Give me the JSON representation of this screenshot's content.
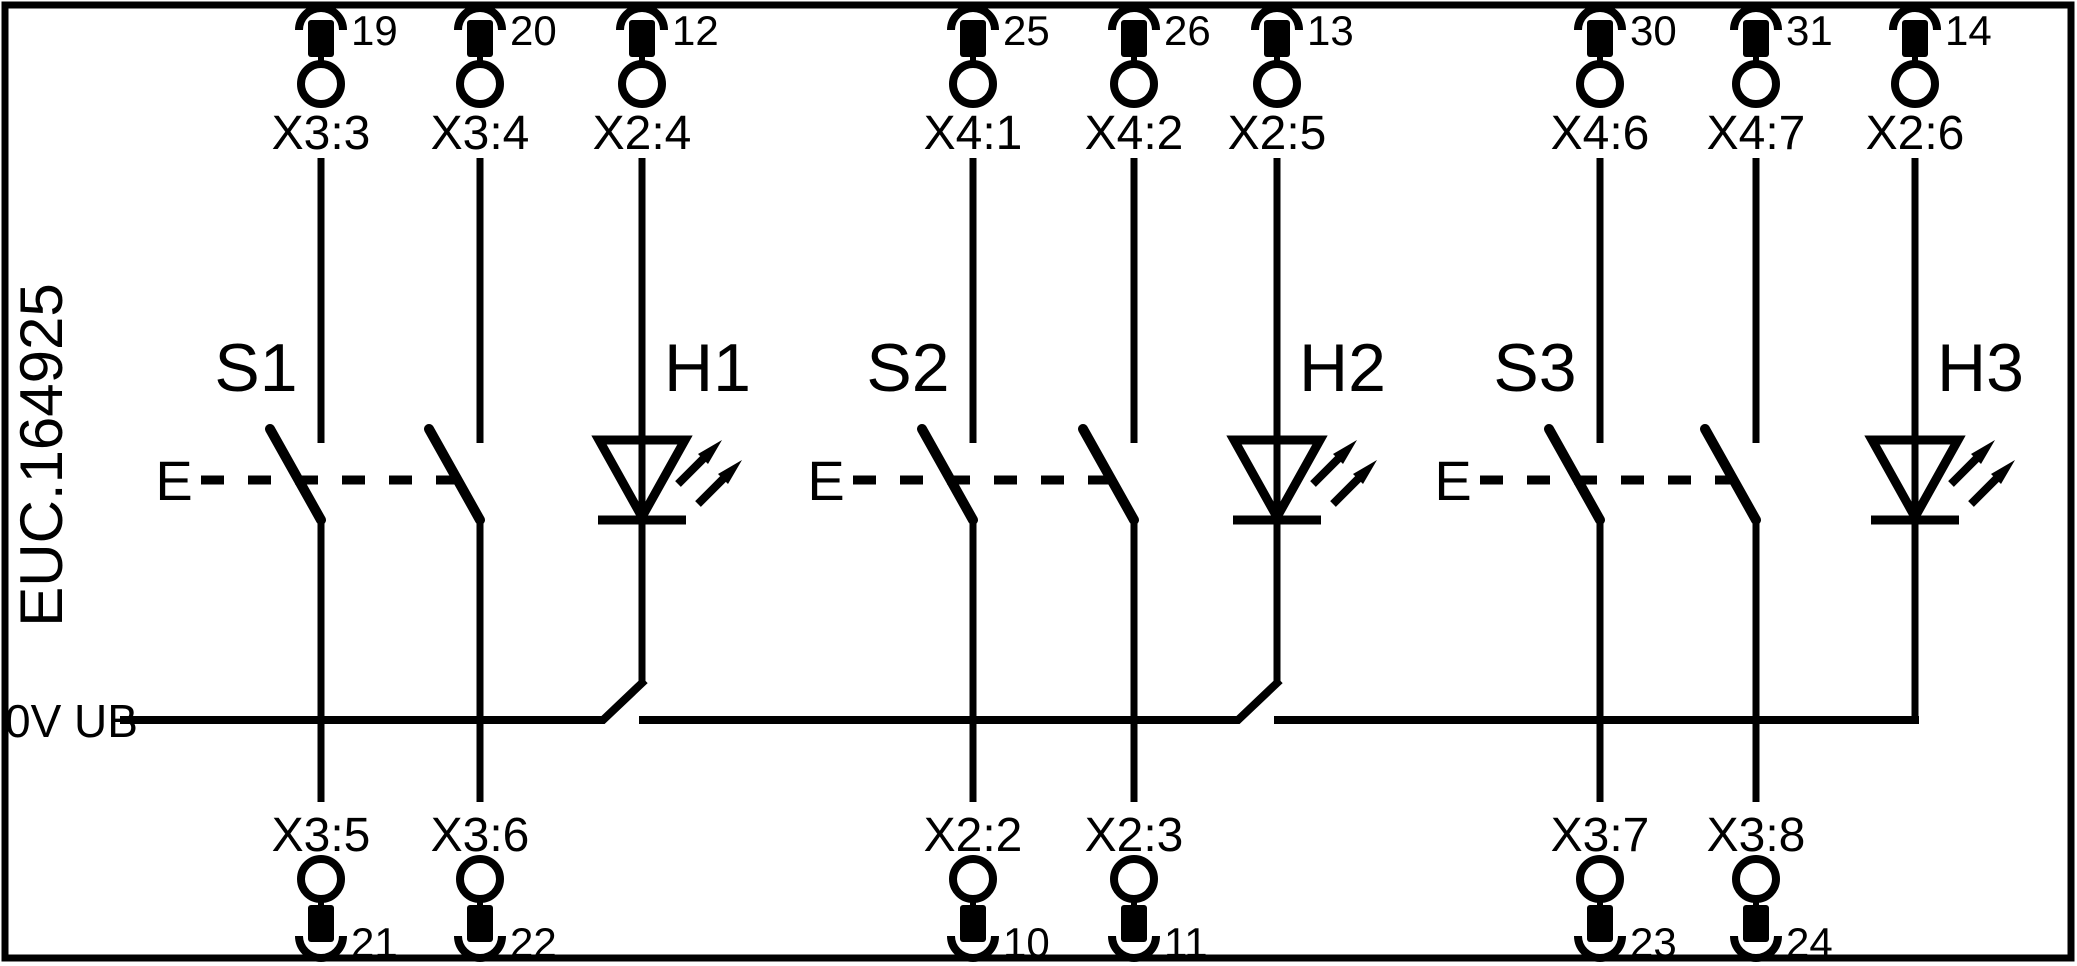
{
  "schematic": {
    "device_label": "EUC.164925",
    "bus_label": "0V UB",
    "ink_color": "#000000",
    "background_color": "#ffffff",
    "groups": [
      {
        "switch_label": "S1",
        "actuator_label": "E",
        "contacts": [
          {
            "top_terminal": "X3:3",
            "top_pin": "19",
            "bottom_terminal": "X3:5",
            "bottom_pin": "21"
          },
          {
            "top_terminal": "X3:4",
            "top_pin": "20",
            "bottom_terminal": "X3:6",
            "bottom_pin": "22"
          }
        ],
        "led": {
          "label": "H1",
          "top_terminal": "X2:4",
          "top_pin": "12"
        }
      },
      {
        "switch_label": "S2",
        "actuator_label": "E",
        "contacts": [
          {
            "top_terminal": "X4:1",
            "top_pin": "25",
            "bottom_terminal": "X2:2",
            "bottom_pin": "10"
          },
          {
            "top_terminal": "X4:2",
            "top_pin": "26",
            "bottom_terminal": "X2:3",
            "bottom_pin": "11"
          }
        ],
        "led": {
          "label": "H2",
          "top_terminal": "X2:5",
          "top_pin": "13"
        }
      },
      {
        "switch_label": "S3",
        "actuator_label": "E",
        "contacts": [
          {
            "top_terminal": "X4:6",
            "top_pin": "30",
            "bottom_terminal": "X3:7",
            "bottom_pin": "23"
          },
          {
            "top_terminal": "X4:7",
            "top_pin": "31",
            "bottom_terminal": "X3:8",
            "bottom_pin": "24"
          }
        ],
        "led": {
          "label": "H3",
          "top_terminal": "X2:6",
          "top_pin": "14"
        }
      }
    ]
  }
}
